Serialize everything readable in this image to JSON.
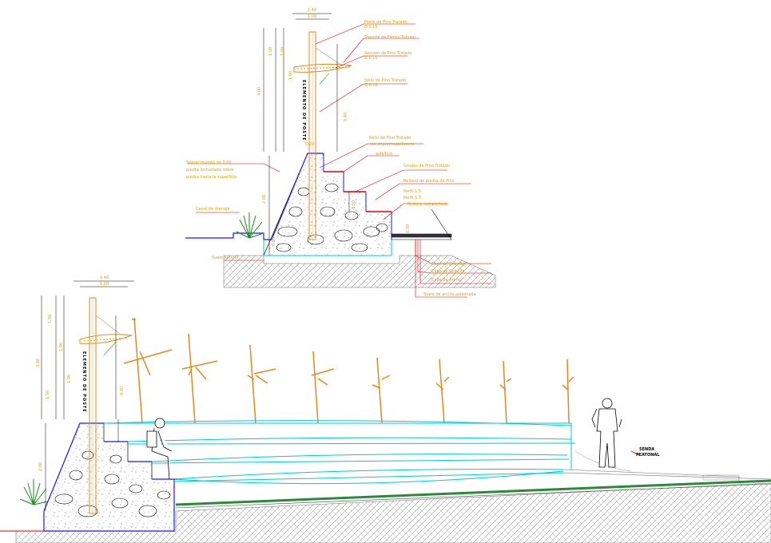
{
  "upper_section": {
    "dims": {
      "top_width_1": "1.40",
      "top_width_2": "1.00",
      "heights": [
        "1.00",
        "1.00",
        "1.00",
        "3.00",
        "2.00",
        "0.50",
        "0.40",
        "0.50",
        "0.30"
      ],
      "post_label": "0.20"
    },
    "vertical_label": "ELEMENTO DE POSTE",
    "notes": [
      "Poste de Pino Tratado",
      "Ø 0.15",
      "Soporte de Fierro/ Tubular",
      "Sección de Pino Tratado",
      "Ø 0.15",
      "Sello de Pino Tratado",
      "Ø 0.10",
      "Sello de Pino Tratado",
      "con impermeabilizante",
      "asfáltico",
      "Sobrecimiento de 0.00",
      "piedra incrustada sobre",
      "piedra hasta la superficie",
      "Gradas de Pino Tratado",
      "Perfil 1:5",
      "Relleno de piedra de Pino",
      "Perfil 1:5",
      "Relleno compactado",
      "Canal de drenaje",
      "Capa de Gravilla",
      "Capa de Gravilla",
      "Capa de Arena",
      "Suelo de arcilla apisonada",
      "Suelo natural"
    ]
  },
  "lower_section": {
    "dims": {
      "top_width_1": "1.40",
      "top_width_2": "1.00",
      "heights": [
        "1.00",
        "1.00",
        "1.00",
        "3.00",
        "1.50",
        "2.00",
        "0.30"
      ]
    },
    "vertical_label": "ELEMENTO DE POSTE",
    "path_label_1": "SENDA",
    "path_label_2": "PEATONAL"
  }
}
